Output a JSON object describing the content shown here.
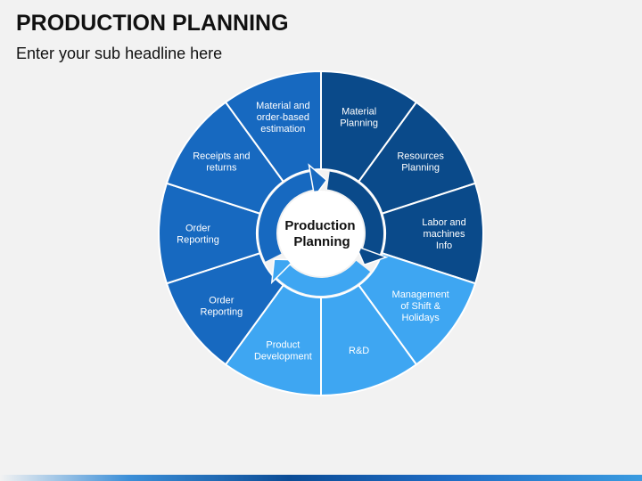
{
  "header": {
    "title": "PRODUCTION PLANNING",
    "subtitle": "Enter your sub headline here"
  },
  "center": {
    "lines": [
      "Production",
      "Planning"
    ]
  },
  "segments": [
    {
      "lines": [
        "Material",
        "Planning"
      ],
      "color": "#0a4a8a"
    },
    {
      "lines": [
        "Resources",
        "Planning"
      ],
      "color": "#0a4a8a"
    },
    {
      "lines": [
        "Labor and",
        "machines",
        "Info"
      ],
      "color": "#0a4a8a"
    },
    {
      "lines": [
        "Management",
        "of Shift &",
        "Holidays"
      ],
      "color": "#3ea6f2"
    },
    {
      "lines": [
        "R&D"
      ],
      "color": "#3ea6f2"
    },
    {
      "lines": [
        "Product",
        "Development"
      ],
      "color": "#3ea6f2"
    },
    {
      "lines": [
        "Order",
        "Reporting"
      ],
      "color": "#1769c0"
    },
    {
      "lines": [
        "Order",
        "Reporting"
      ],
      "color": "#1769c0"
    },
    {
      "lines": [
        "Receipts and",
        "returns"
      ],
      "color": "#1769c0"
    },
    {
      "lines": [
        "Material and",
        "order-based",
        "estimation"
      ],
      "color": "#1769c0"
    }
  ],
  "colors": {
    "dark": "#0a4a8a",
    "mid": "#1769c0",
    "light": "#3ea6f2",
    "divider": "#ffffff"
  }
}
